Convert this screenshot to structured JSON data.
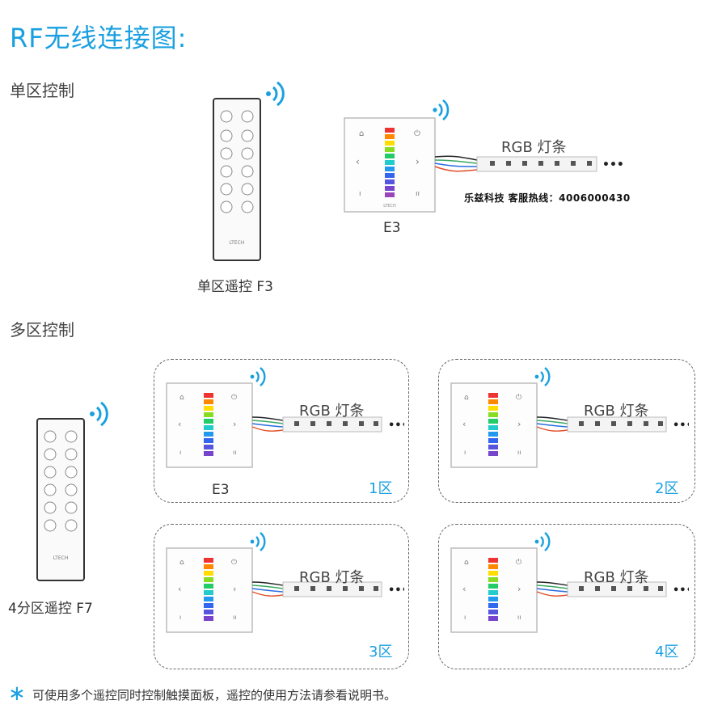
{
  "title": "RF无线连接图:",
  "single_zone": {
    "heading": "单区控制",
    "remote_caption": "单区遥控 F3",
    "panel_caption": "E3",
    "strip_label": "RGB 灯条",
    "hotline": "乐兹科技 客服热线：4006000430",
    "brand": "LTECH"
  },
  "multi_zone": {
    "heading": "多区控制",
    "remote_caption": "4分区遥控 F7",
    "panel_caption": "E3",
    "strip_label": "RGB 灯条",
    "brand": "LTECH",
    "zones": [
      {
        "label": "1区"
      },
      {
        "label": "2区"
      },
      {
        "label": "3区"
      },
      {
        "label": "4区"
      }
    ]
  },
  "footnote": {
    "star": "∗",
    "text": "可使用多个遥控同时控制触摸面板，遥控的使用方法请参看说明书。"
  },
  "colors": {
    "accent": "#1aa0e0",
    "wire_red": "#e0502a",
    "wire_green": "#3aa860",
    "wire_blue": "#2a6de0",
    "wire_black": "#222222"
  },
  "icons": [
    "wifi-signal-icon",
    "power-icon",
    "bell-icon",
    "arrow-left-icon",
    "arrow-right-icon",
    "ellipsis-icon"
  ]
}
